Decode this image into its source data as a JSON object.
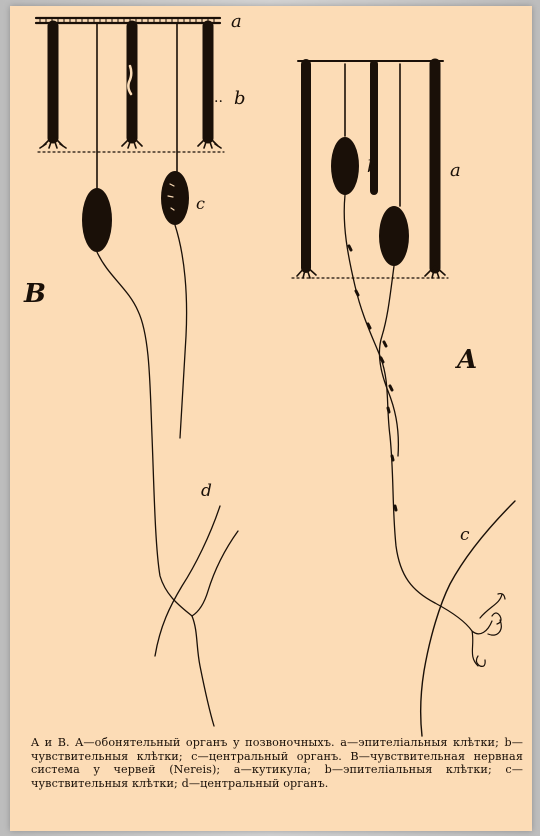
{
  "figure": {
    "labels": {
      "a_top": "a",
      "b_top": "b",
      "c_left": "c",
      "big_B": "B",
      "b_right": "b",
      "a_right": "a",
      "big_A": "A",
      "d_label": "d",
      "c_bottom": "c"
    },
    "caption": "A и B. A—обонятельный органъ у позвоночныхъ. a—эпителiальныя клѣтки; b—чувствительныя клѣтки; c—центральный органъ. B—чувствительная нервная система у червей (Nereis); a—кутикула; b—эпителiальныя клѣтки; c—чувствительныя клѣтки; d—центральный органъ."
  }
}
